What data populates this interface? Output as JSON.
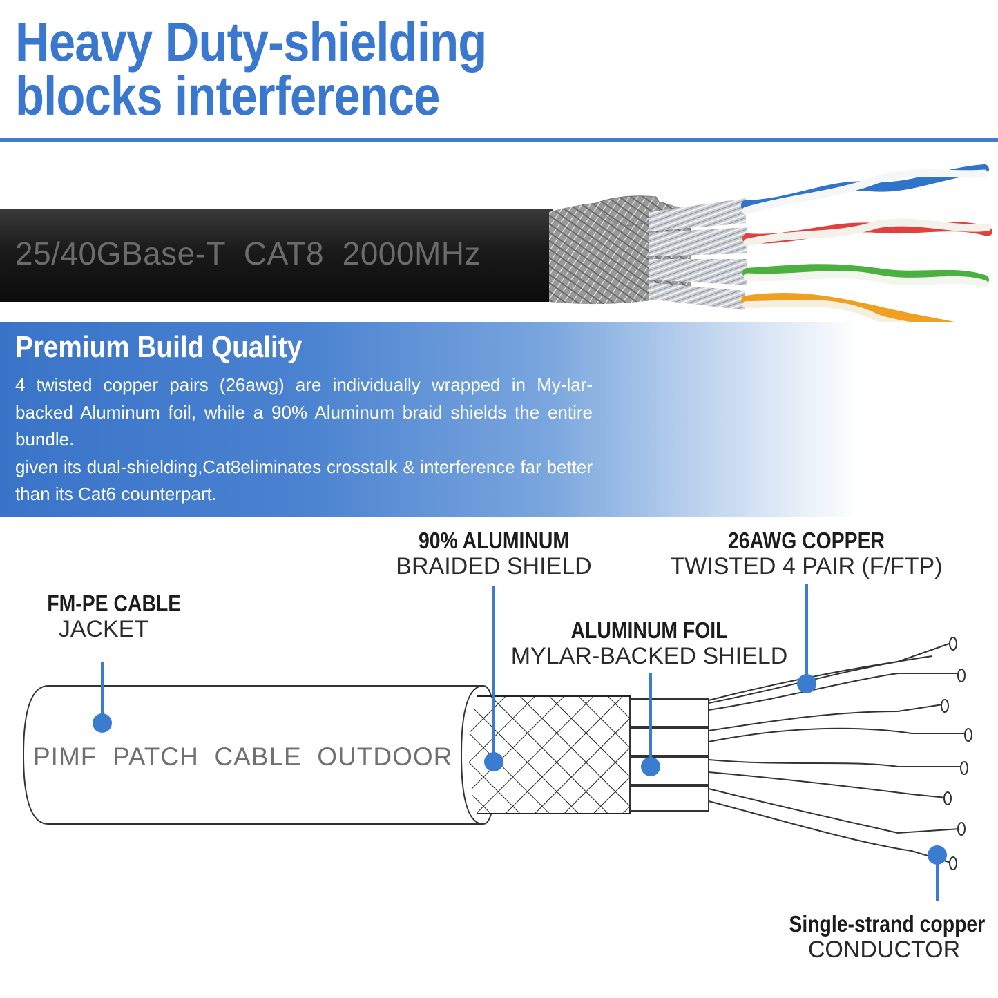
{
  "headline": {
    "line1": "Heavy Duty-shielding",
    "line2": "blocks  interference"
  },
  "cable_print": "25/40GBase-T  CAT8  2000MHz",
  "premium": {
    "title": "Premium Build Quality",
    "paragraph1": "4 twisted copper pairs (26awg) are individually wrapped in My-lar-backed Aluminum foil, while a 90% Aluminum braid shields the entire bundle.",
    "paragraph2": "given its dual-shielding,Cat8eliminates crosstalk & interference far better than its Cat6 counterpart."
  },
  "diagram": {
    "jacket": {
      "bold": "FM-PE CABLE",
      "thin": "JACKET"
    },
    "braid": {
      "bold": "90% ALUMINUM",
      "thin": "BRAIDED SHIELD"
    },
    "copper": {
      "bold": "26AWG COPPER",
      "thin": "TWISTED 4 PAIR (F/FTP)"
    },
    "foil": {
      "bold": "ALUMINUM FOIL",
      "thin": "MYLAR-BACKED SHIELD"
    },
    "conductor": {
      "bold": "Single-strand copper",
      "thin": "CONDUCTOR"
    },
    "cable_print": "PIMF  PATCH  CABLE  OUTDOOR"
  },
  "colors": {
    "accent_blue": "#3a78d0",
    "callout_blue": "#3b7bd0",
    "pair_blue": "#2f74c8",
    "pair_red": "#e04040",
    "pair_green": "#4cb040",
    "pair_orange": "#f0a020"
  }
}
